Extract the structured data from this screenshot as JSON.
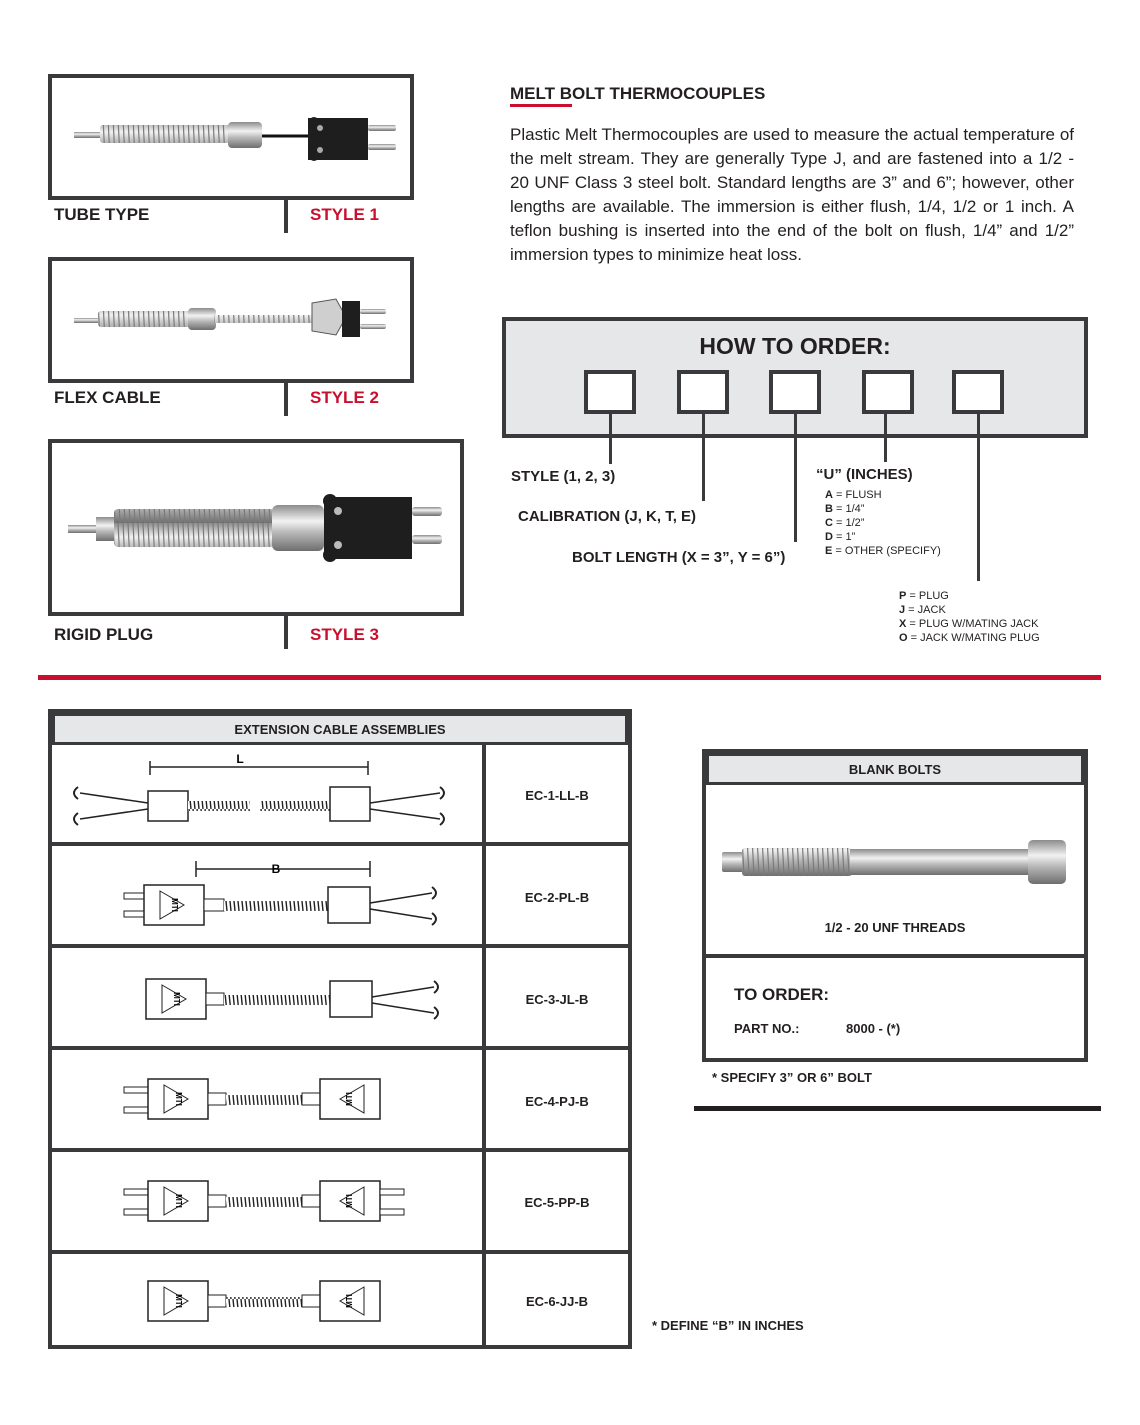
{
  "styles": [
    {
      "name": "TUBE TYPE",
      "style": "STYLE 1"
    },
    {
      "name": "FLEX CABLE",
      "style": "STYLE 2"
    },
    {
      "name": "RIGID PLUG",
      "style": "STYLE 3"
    }
  ],
  "intro": {
    "title": "MELT BOLT THERMOCOUPLES",
    "body": "Plastic Melt Thermocouples are used to measure the actual temperature of the melt stream. They are generally Type J, and are fastened into a 1/2 - 20 UNF Class 3 steel bolt. Standard lengths are 3” and 6”; however, other lengths are available. The immersion is either flush, 1/4, 1/2 or 1 inch. A teflon bushing is inserted into the end of the bolt on flush, 1/4” and 1/2” immersion types to minimize heat loss."
  },
  "order": {
    "title": "HOW TO ORDER:",
    "style_label": "STYLE (1, 2, 3)",
    "calibration_label": "CALIBRATION (J, K, T, E)",
    "bolt_label": "BOLT LENGTH (X = 3”, Y = 6”)",
    "u_label": "“U” (INCHES)",
    "u_options": [
      {
        "key": "A",
        "text": " = FLUSH"
      },
      {
        "key": "B",
        "text": " = 1/4”"
      },
      {
        "key": "C",
        "text": " = 1/2”"
      },
      {
        "key": "D",
        "text": " = 1”"
      },
      {
        "key": "E",
        "text": " = OTHER (SPECIFY)"
      }
    ],
    "term_options": [
      {
        "key": "P",
        "text": " = PLUG"
      },
      {
        "key": "J",
        "text": " = JACK"
      },
      {
        "key": "X",
        "text": " = PLUG W/MATING JACK"
      },
      {
        "key": "O",
        "text": " = JACK W/MATING PLUG"
      }
    ]
  },
  "extension": {
    "title": "EXTENSION CABLE ASSEMBLIES",
    "dim_L": "L",
    "dim_B": "B",
    "codes": [
      "EC-1-LL-B",
      "EC-2-PL-B",
      "EC-3-JL-B",
      "EC-4-PJ-B",
      "EC-5-PP-B",
      "EC-6-JJ-B"
    ],
    "connector_text": "MTI",
    "footnote": "* DEFINE “B” IN INCHES"
  },
  "blank": {
    "title": "BLANK BOLTS",
    "thread": "1/2 - 20 UNF THREADS",
    "to_order": "TO ORDER:",
    "part_label": "PART NO.:",
    "part_value": "8000 - (*)",
    "footnote": "* SPECIFY 3” OR 6” BOLT"
  },
  "colors": {
    "accent": "#c8102e",
    "frame": "#3a3a3c",
    "panel": "#e6e7e8"
  }
}
